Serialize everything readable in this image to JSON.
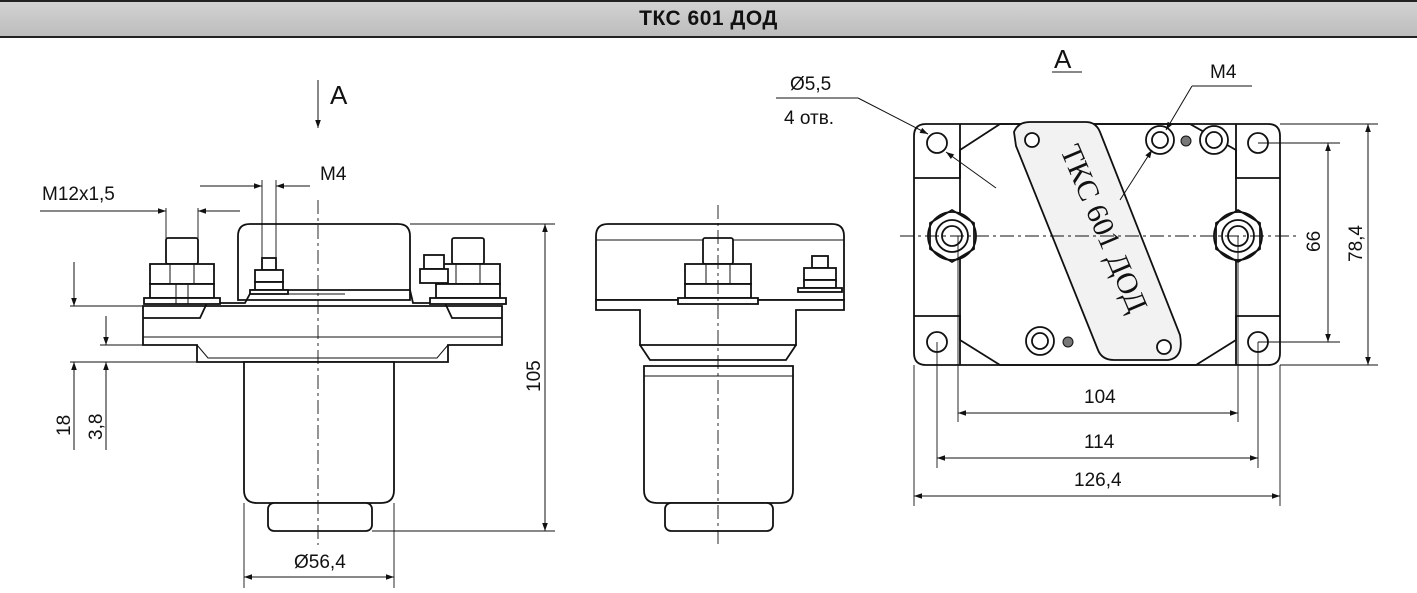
{
  "header": {
    "title": "ТКС 601 ДОД"
  },
  "front_view": {
    "view_arrow_label": "А",
    "label_m12": "M12x1,5",
    "label_m4": "M4",
    "dim_height_105": "105",
    "dim_18": "18",
    "dim_3_8": "3,8",
    "dim_diameter": "Ø56,4"
  },
  "top_view": {
    "view_label": "А",
    "hole_diameter": "Ø5,5",
    "hole_count": "4 отв.",
    "label_m4": "M4",
    "dim_104": "104",
    "dim_114": "114",
    "dim_126_4": "126,4",
    "dim_66": "66",
    "dim_78_4": "78,4",
    "marking": "ТКС 601 ДОД"
  }
}
